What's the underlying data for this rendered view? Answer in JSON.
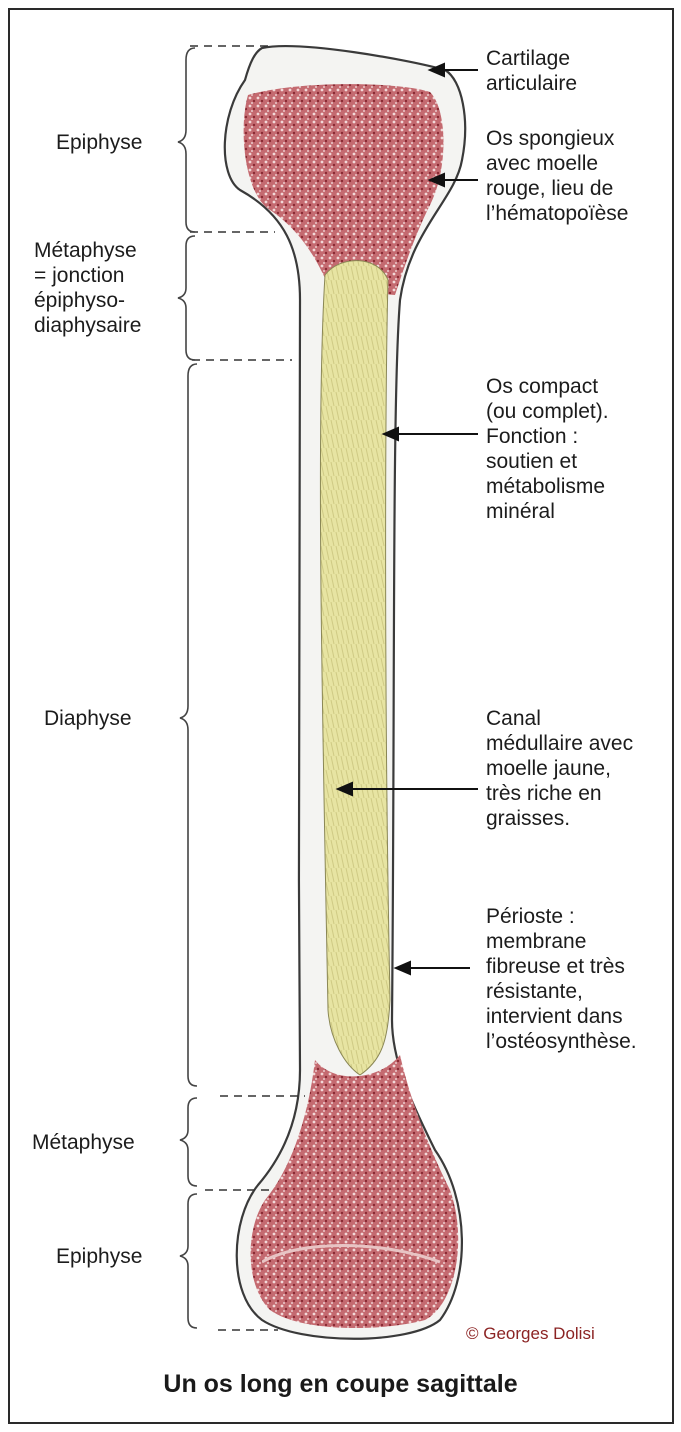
{
  "title": "Un os long en coupe sagittale",
  "copyright": "© Georges Dolisi",
  "left_labels": {
    "epiphyse_top": "Epiphyse",
    "metaphyse_top": [
      "Métaphyse",
      "= jonction",
      "épiphyso-",
      "diaphysaire"
    ],
    "diaphyse": "Diaphyse",
    "metaphyse_bottom": "Métaphyse",
    "epiphyse_bottom": "Epiphyse"
  },
  "right_labels": {
    "cartilage": [
      "Cartilage",
      "articulaire"
    ],
    "spongieux": [
      "Os spongieux",
      "avec moelle",
      "rouge, lieu de",
      "l’hématopoïèse"
    ],
    "compact": [
      "Os compact",
      "(ou complet).",
      "Fonction :",
      "soutien et",
      "métabolisme",
      "minéral"
    ],
    "canal": [
      "Canal",
      "médullaire avec",
      "moelle jaune,",
      "très riche en",
      "graisses."
    ],
    "perioste": [
      "Périoste :",
      "membrane",
      "fibreuse et très",
      "résistante,",
      "intervient dans",
      "l’ostéosynthèse."
    ]
  },
  "colors": {
    "marrow_red": "#b8464f",
    "yellow_marrow": "#e9e7a6",
    "bone_outline": "#3a3a3a",
    "copyright": "#8b2323"
  }
}
